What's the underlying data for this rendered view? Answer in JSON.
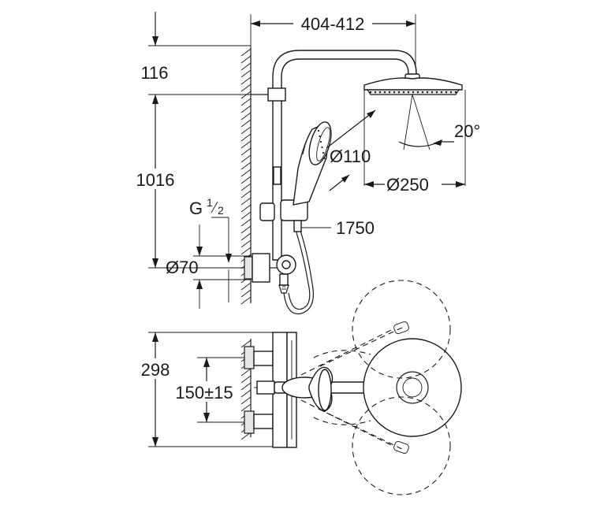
{
  "dimensions": {
    "rail_spacing": "404-412",
    "top_offset": "116",
    "column_height": "1016",
    "thread_label": "G",
    "thread_fraction_num": "1",
    "thread_fraction_den": "2",
    "inlet_diameter": "Ø70",
    "hand_shower_diameter": "Ø110",
    "head_shower_diameter": "Ø250",
    "tilt_angle": "20°",
    "hose_length": "1750",
    "depth": "298",
    "inlet_spacing": "150±15"
  }
}
